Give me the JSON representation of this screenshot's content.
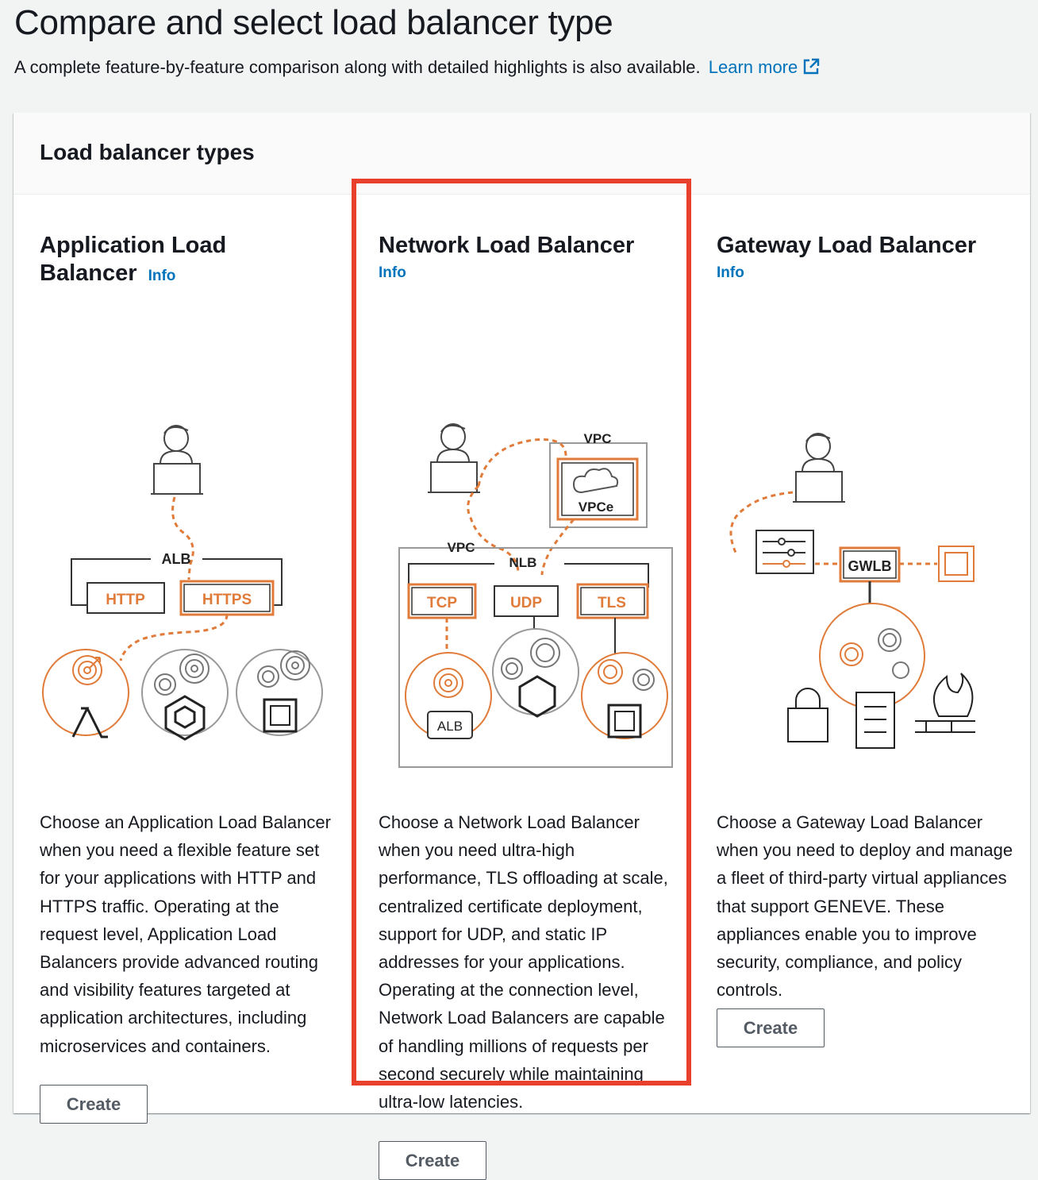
{
  "page": {
    "title": "Compare and select load balancer type",
    "subtitle": "A complete feature-by-feature comparison along with detailed highlights is also available.",
    "learn_more": "Learn more"
  },
  "container": {
    "title": "Load balancer types"
  },
  "cards": [
    {
      "title": "Application Load Balancer",
      "info": "Info",
      "description": "Choose an Application Load Balancer when you need a flexible feature set for your applications with HTTP and HTTPS traffic. Operating at the request level, Application Load Balancers provide advanced routing and visibility features targeted at application architectures, including microservices and containers.",
      "create": "Create",
      "diagram": {
        "alb": "ALB",
        "http": "HTTP",
        "https": "HTTPS"
      }
    },
    {
      "title": "Network Load Balancer",
      "info": "Info",
      "description": "Choose a Network Load Balancer when you need ultra-high performance, TLS offloading at scale, centralized certificate deployment, support for UDP, and static IP addresses for your applications. Operating at the connection level, Network Load Balancers are capable of handling millions of requests per second securely while maintaining ultra-low latencies.",
      "create": "Create",
      "diagram": {
        "vpc_top": "VPC",
        "vpce": "VPCe",
        "vpc": "VPC",
        "nlb": "NLB",
        "tcp": "TCP",
        "udp": "UDP",
        "tls": "TLS",
        "alb": "ALB"
      }
    },
    {
      "title": "Gateway Load Balancer",
      "info": "Info",
      "description": "Choose a Gateway Load Balancer when you need to deploy and manage a fleet of third-party virtual appliances that support GENEVE. These appliances enable you to improve security, compliance, and policy controls.",
      "create": "Create",
      "diagram": {
        "gwlb": "GWLB"
      }
    }
  ],
  "colors": {
    "accent": "#e07b39",
    "link": "#0073bb",
    "highlight": "#e8402b",
    "text": "#16191f",
    "button": "#545b64"
  }
}
